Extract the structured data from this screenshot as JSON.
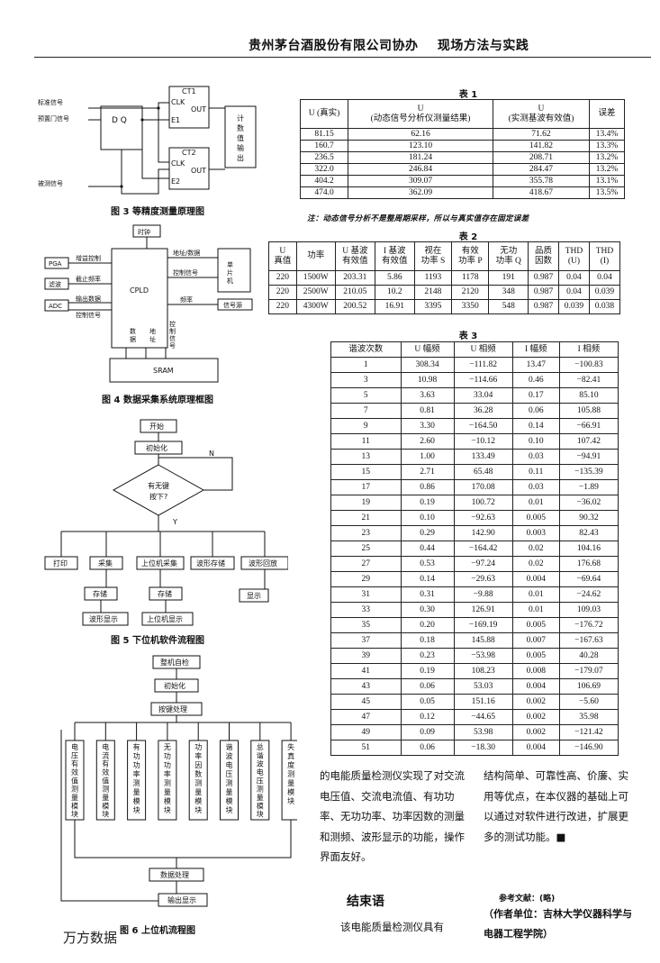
{
  "header": {
    "org": "贵州茅台酒股份有限公司协办",
    "section": "现场方法与实践"
  },
  "fig3": {
    "caption": "图 3 等精度测量原理图",
    "in_std": "标准信号",
    "in_gate": "预置门信号",
    "in_meas": "被测信号",
    "dff": "D  Q",
    "ct1": [
      "CT1",
      "CLK",
      "OUT",
      "E1"
    ],
    "ct2": [
      "CT2",
      "CLK",
      "OUT",
      "E2"
    ],
    "out": [
      "计",
      "数",
      "值",
      "输",
      "出"
    ]
  },
  "fig4": {
    "caption": "图 4  数据采集系统原理框图",
    "clock": "时钟",
    "cpld": "CPLD",
    "pga": "PGA",
    "filter": "滤波",
    "adc": "ADC",
    "sram": "SRAM",
    "mcu": [
      "单",
      "片",
      "机"
    ],
    "signal": "信号源",
    "l_gain": "增益控制",
    "l_cutoff": "截止频率",
    "l_out": "输出数据",
    "l_ctrl1": "控制信号",
    "r_addr": "地址/数据",
    "r_ctrl": "控制信号",
    "r_freq": "频率",
    "v_data": [
      "数",
      "据"
    ],
    "v_addr": [
      "地",
      "址"
    ],
    "v_ctrl": [
      "控",
      "制",
      "信",
      "号"
    ]
  },
  "fig5": {
    "caption": "图 5  下位机软件流程图",
    "start": "开始",
    "init": "初始化",
    "no": "N",
    "yes": "Y",
    "decision": [
      "有无键",
      "按下?"
    ],
    "boxes": [
      "打印",
      "采集",
      "上位机采集",
      "波形存储",
      "波形回放"
    ],
    "store1": "存储",
    "store2": "存储",
    "disp": "显示",
    "wave_disp": "波形显示",
    "host_disp": "上位机显示"
  },
  "fig6": {
    "caption": "图 6 上位机流程图",
    "top": "整机自检",
    "init": "初始化",
    "key": "按键处理",
    "modules": [
      "电压有效值测量模块",
      "电流有效值测量模块",
      "有功功率测量模块",
      "无功功率测量模块",
      "功率因数测量模块",
      "谐波电压测量模块",
      "总谐波电压测量模块",
      "失真度测量模块"
    ],
    "data_proc": "数据处理",
    "output": "输出显示"
  },
  "table1": {
    "caption": "表 1",
    "headers": [
      "U (真实)",
      "U\n(动态信号分析仪测量结果)",
      "U\n(实测基波有效值)",
      "误差"
    ],
    "rows": [
      [
        "81.15",
        "62.16",
        "71.62",
        "13.4%"
      ],
      [
        "160.7",
        "123.10",
        "141.82",
        "13.3%"
      ],
      [
        "236.5",
        "181.24",
        "208.71",
        "13.2%"
      ],
      [
        "322.0",
        "246.84",
        "284.47",
        "13.2%"
      ],
      [
        "404.2",
        "309.07",
        "355.78",
        "13.1%"
      ],
      [
        "474.0",
        "362.09",
        "418.67",
        "13.5%"
      ]
    ],
    "note": "注：动态信号分析不是整周期采样，所以与真实值存在固定误差"
  },
  "table2": {
    "caption": "表 2",
    "headers": [
      "U\n真值",
      "功率",
      "U 基波\n有效值",
      "I 基波\n有效值",
      "视在\n功率 S",
      "有效\n功率 P",
      "无功\n功率 Q",
      "品质\n因数",
      "THD\n(U)",
      "THD\n(I)"
    ],
    "rows": [
      [
        "220",
        "1500W",
        "203.31",
        "5.86",
        "1193",
        "1178",
        "191",
        "0.987",
        "0.04",
        "0.04"
      ],
      [
        "220",
        "2500W",
        "210.05",
        "10.2",
        "2148",
        "2120",
        "348",
        "0.987",
        "0.04",
        "0.039"
      ],
      [
        "220",
        "4300W",
        "200.52",
        "16.91",
        "3395",
        "3350",
        "548",
        "0.987",
        "0.039",
        "0.038"
      ]
    ]
  },
  "table3": {
    "caption": "表 3",
    "headers": [
      "谐波次数",
      "U 幅频",
      "U 相频",
      "I 幅频",
      "I 相频"
    ],
    "rows": [
      [
        "1",
        "308.34",
        "−111.82",
        "13.47",
        "−100.83"
      ],
      [
        "3",
        "10.98",
        "−114.66",
        "0.46",
        "−82.41"
      ],
      [
        "5",
        "3.63",
        "33.04",
        "0.17",
        "85.10"
      ],
      [
        "7",
        "0.81",
        "36.28",
        "0.06",
        "105.88"
      ],
      [
        "9",
        "3.30",
        "−164.50",
        "0.14",
        "−66.91"
      ],
      [
        "11",
        "2.60",
        "−10.12",
        "0.10",
        "107.42"
      ],
      [
        "13",
        "1.00",
        "133.49",
        "0.03",
        "−94.91"
      ],
      [
        "15",
        "2.71",
        "65.48",
        "0.11",
        "−135.39"
      ],
      [
        "17",
        "0.86",
        "170.08",
        "0.03",
        "−1.89"
      ],
      [
        "19",
        "0.19",
        "100.72",
        "0.01",
        "−36.02"
      ],
      [
        "21",
        "0.10",
        "−92.63",
        "0.005",
        "90.32"
      ],
      [
        "23",
        "0.29",
        "142.90",
        "0.003",
        "82.43"
      ],
      [
        "25",
        "0.44",
        "−164.42",
        "0.02",
        "104.16"
      ],
      [
        "27",
        "0.53",
        "−97.24",
        "0.02",
        "176.68"
      ],
      [
        "29",
        "0.14",
        "−29.63",
        "0.004",
        "−69.64"
      ],
      [
        "31",
        "0.31",
        "−9.88",
        "0.01",
        "−24.62"
      ],
      [
        "33",
        "0.30",
        "126.91",
        "0.01",
        "109.03"
      ],
      [
        "35",
        "0.20",
        "−169.19",
        "0.005",
        "−176.72"
      ],
      [
        "37",
        "0.18",
        "145.88",
        "0.007",
        "−167.63"
      ],
      [
        "39",
        "0.23",
        "−53.98",
        "0.005",
        "40.28"
      ],
      [
        "41",
        "0.19",
        "108.23",
        "0.008",
        "−179.07"
      ],
      [
        "43",
        "0.06",
        "53.03",
        "0.004",
        "106.69"
      ],
      [
        "45",
        "0.05",
        "151.16",
        "0.002",
        "−5.60"
      ],
      [
        "47",
        "0.12",
        "−44.65",
        "0.002",
        "35.98"
      ],
      [
        "49",
        "0.09",
        "53.98",
        "0.002",
        "−121.42"
      ],
      [
        "51",
        "0.06",
        "−18.30",
        "0.004",
        "−146.90"
      ]
    ]
  },
  "body": {
    "col1": "的电能质量检测仪实现了对交流电压值、交流电流值、有功功率、无功功率、功率因数的测量和测频、波形显示的功能，操作界面友好。",
    "col2": "结构简单、可靠性高、价廉、实用等优点，在本仪器的基础上可以通过对软件进行改进，扩展更多的测试功能。■",
    "conclusion_title": "结束语",
    "conclusion_text": "该电能质量检测仪具有",
    "ref_label": "参考文献：(略)",
    "author_unit": "（作者单位：吉林大学仪器科学与电器工程学院）"
  },
  "footer": {
    "watermark": "万方数据"
  }
}
